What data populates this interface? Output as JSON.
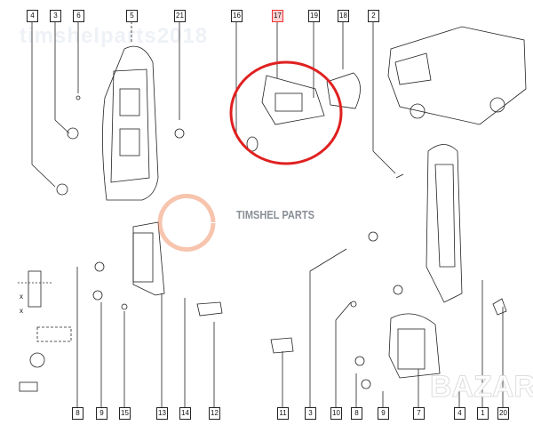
{
  "watermark": "timshelparts2018",
  "brand_text": "TIMSHEL PARTS",
  "bazar_logo": "BAZAR",
  "highlight_color": "#e02020",
  "top_callouts": [
    "4",
    "3",
    "6",
    "5",
    "21",
    "16",
    "17",
    "19",
    "18",
    "2"
  ],
  "bottom_callouts": [
    "8",
    "9",
    "15",
    "13",
    "14",
    "12",
    "11",
    "3",
    "10",
    "8",
    "9",
    "7",
    "4",
    "1",
    "20"
  ],
  "highlighted_callout": "17",
  "inset_marks": [
    "x",
    "x"
  ]
}
